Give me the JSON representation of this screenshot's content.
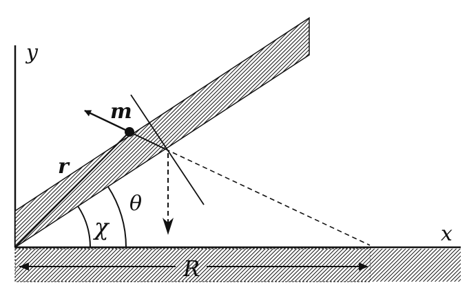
{
  "labels": {
    "y_axis": "y",
    "x_axis": "x",
    "mass": "m",
    "radius": "r",
    "angle_chi": "χ",
    "angle_theta": "θ",
    "distance": "R"
  },
  "colors": {
    "ink": "#111111",
    "background": "#ffffff"
  }
}
